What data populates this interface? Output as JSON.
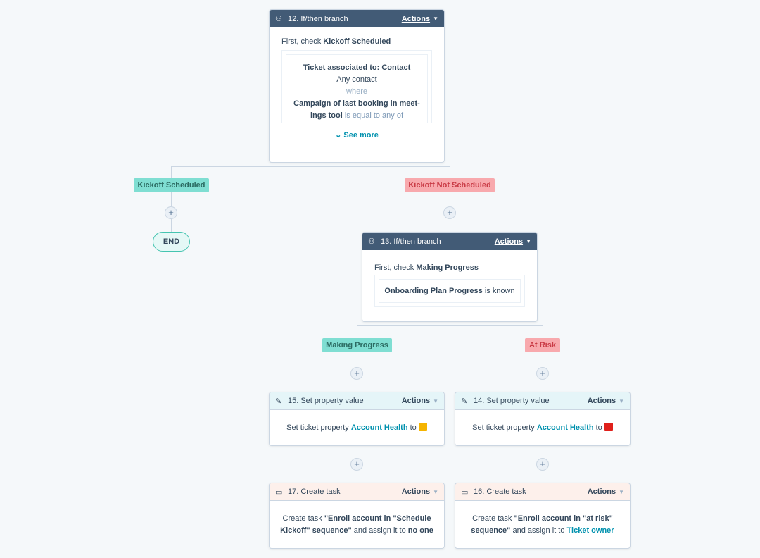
{
  "card12": {
    "title": "12. If/then branch",
    "actions": "Actions",
    "check_prefix": "First, check",
    "check_name": "Kickoff Scheduled",
    "assoc": "Ticket associated to: Contact",
    "any": "Any contact",
    "where": "where",
    "prop": "Campaign of last booking in meet-ings tool",
    "cond": "is equal to any of",
    "see_more": "See more"
  },
  "branch12": {
    "yes": "Kickoff Scheduled",
    "no": "Kickoff Not Scheduled"
  },
  "end": "END",
  "card13": {
    "title": "13. If/then branch",
    "actions": "Actions",
    "check_prefix": "First, check",
    "check_name": "Making Progress",
    "prop": "Onboarding Plan Progress",
    "cond": "is known"
  },
  "branch13": {
    "yes": "Making Progress",
    "no": "At Risk"
  },
  "card15": {
    "title": "15. Set property value",
    "actions": "Actions",
    "text": "Set ticket property",
    "prop": "Account Health",
    "to": "to",
    "swatch": "#f5b400"
  },
  "card14": {
    "title": "14. Set property value",
    "actions": "Actions",
    "text": "Set ticket property",
    "prop": "Account Health",
    "to": "to",
    "swatch": "#e0201b"
  },
  "card17": {
    "title": "17. Create task",
    "actions": "Actions",
    "pre": "Create task",
    "task": "\"Enroll account in \"Schedule Kickoff\" sequence\"",
    "mid": "and assign it to",
    "who": "no one"
  },
  "card16": {
    "title": "16. Create task",
    "actions": "Actions",
    "pre": "Create task",
    "task": "\"Enroll account in \"at risk\" sequence\"",
    "mid": "and assign it to",
    "who": "Ticket owner"
  },
  "plus": "+"
}
